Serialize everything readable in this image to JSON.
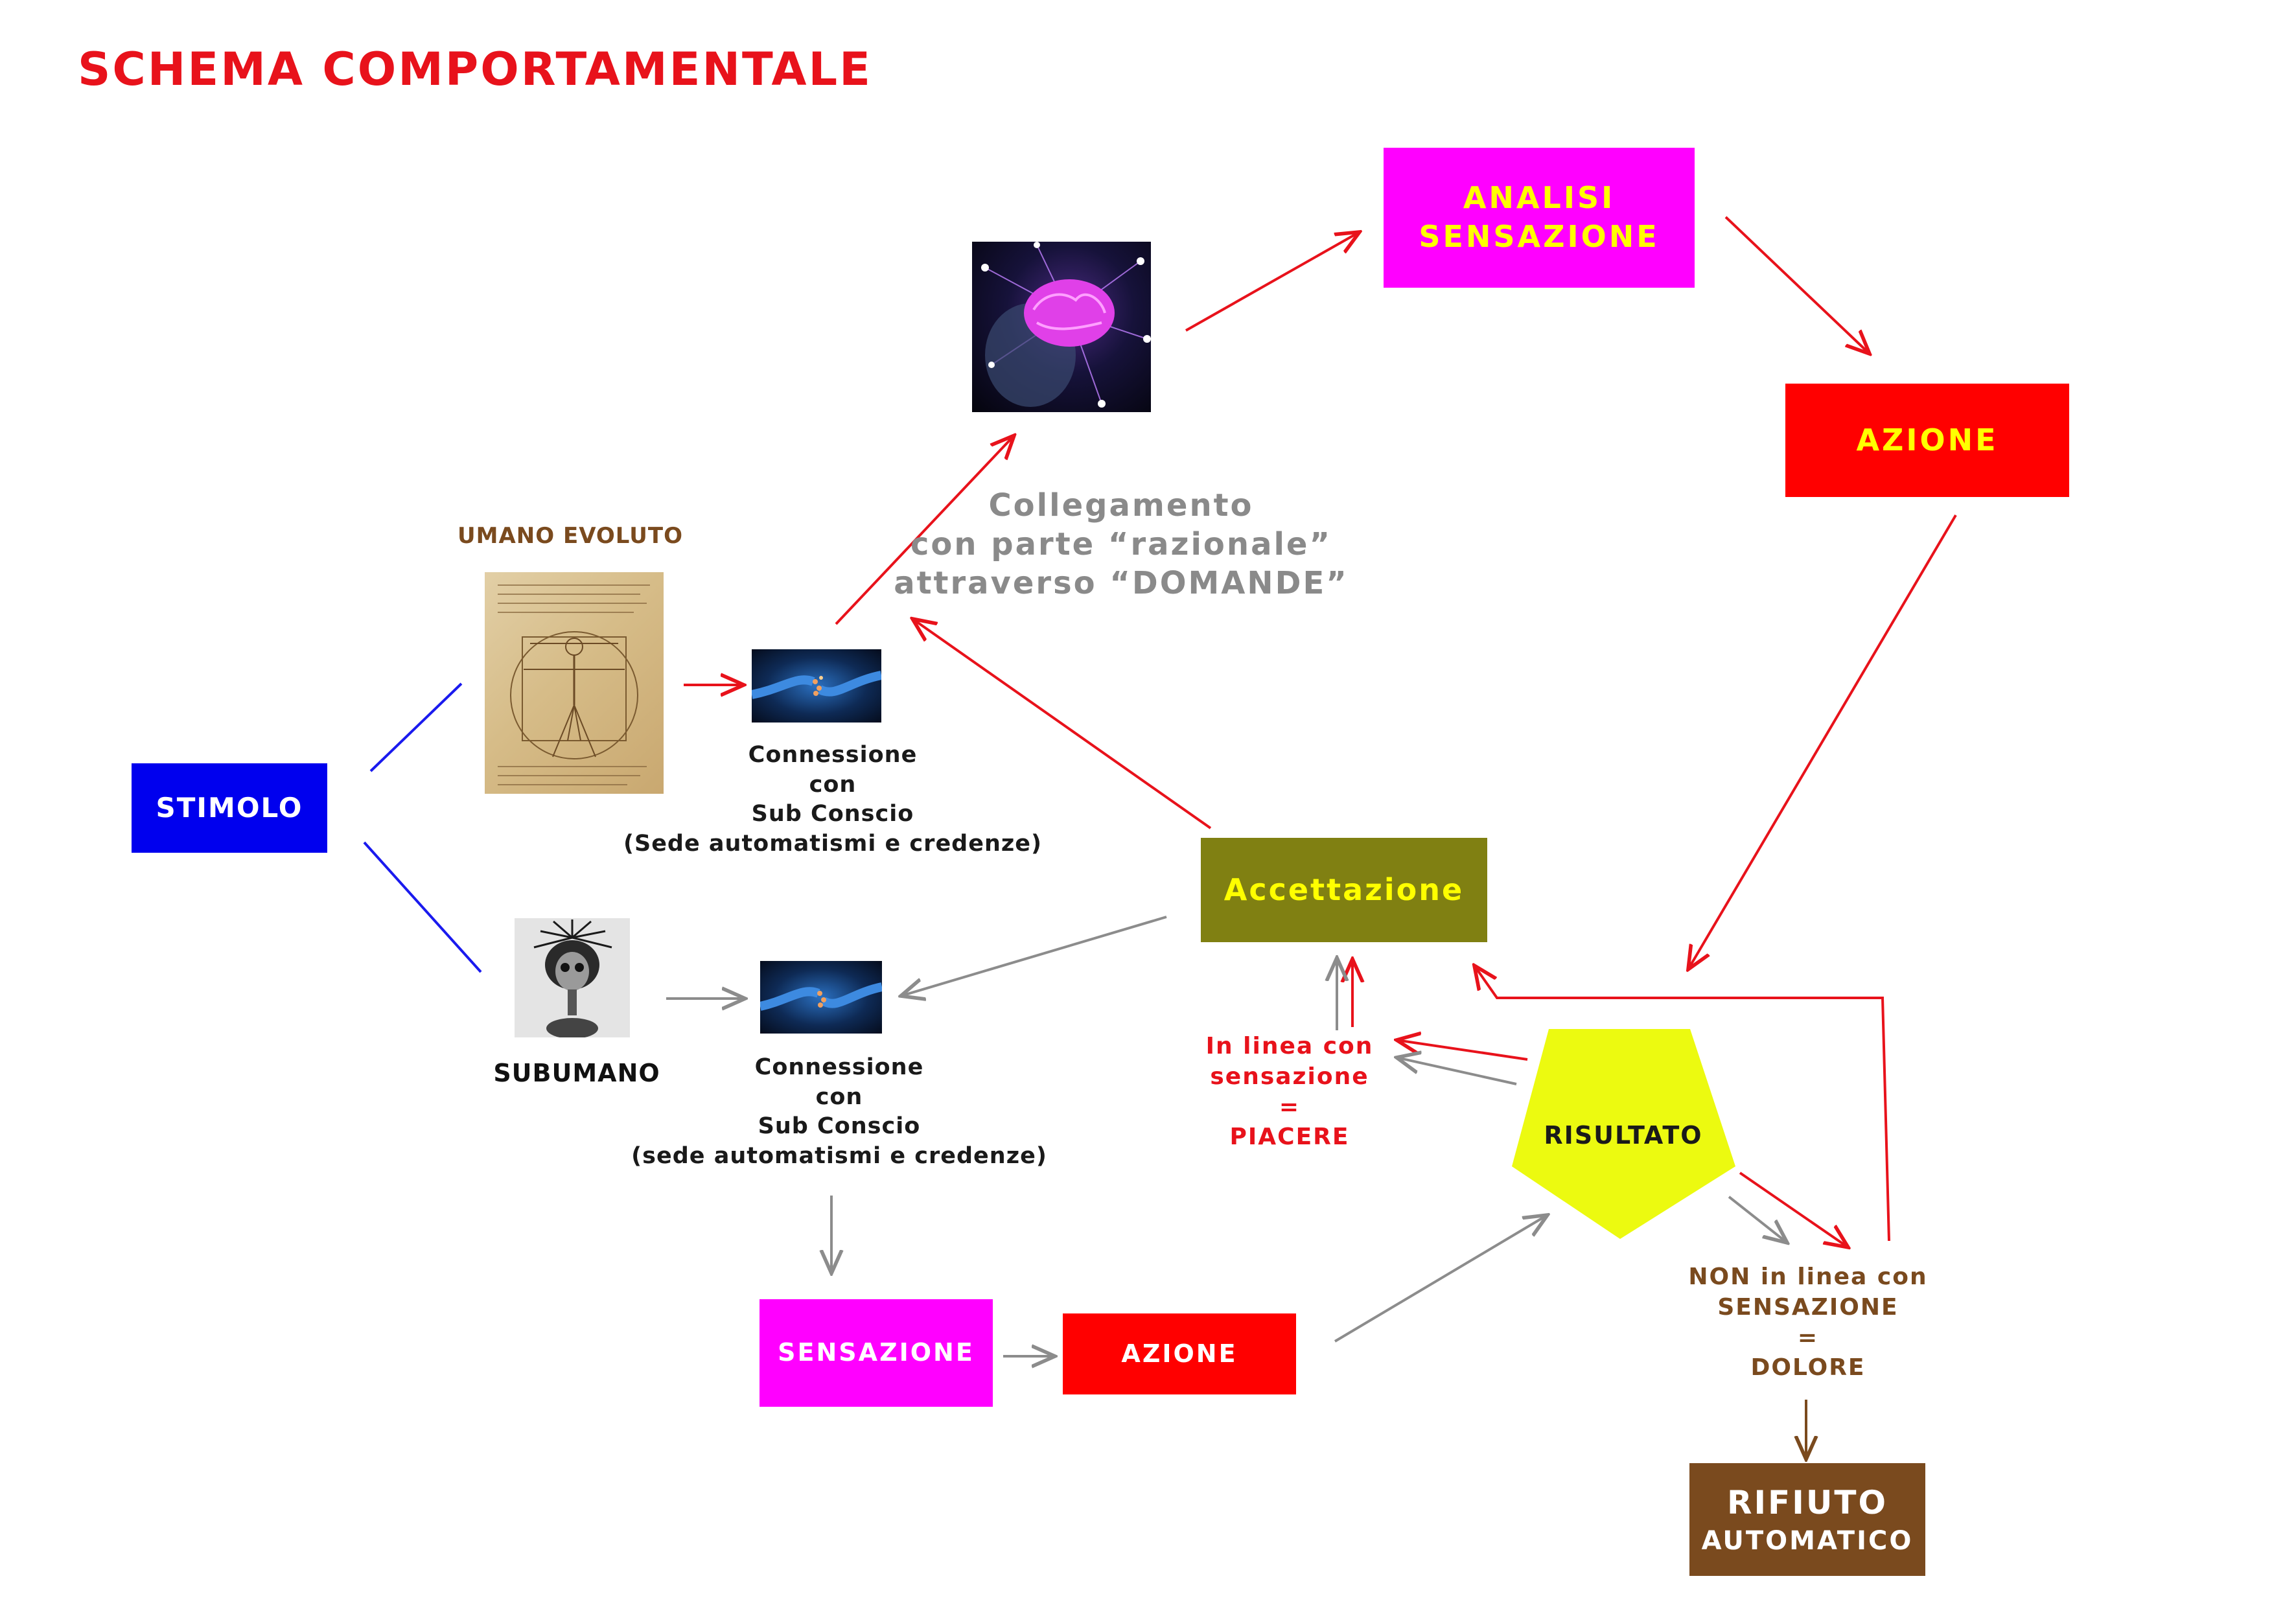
{
  "title": "SCHEMA COMPORTAMENTALE",
  "nodes": {
    "stimolo": "STIMOLO",
    "umano_evoluto": "UMANO EVOLUTO",
    "subumano": "SUBUMANO",
    "connessione_evoluto": "Connessione\ncon\nSub Conscio\n(Sede automatismi e credenze)",
    "connessione_subumano": "Connessione\ncon\nSub Conscio\n(sede automatismi e credenze)",
    "collegamento": "Collegamento\ncon parte “razionale”\nattraverso “DOMANDE”",
    "analisi_sensazione": "ANALISI\nSENSAZIONE",
    "azione_top": "AZIONE",
    "accettazione": "Accettazione",
    "in_linea": "In linea con\nsensazione\n=\nPIACERE",
    "risultato": "RISULTATO",
    "non_in_linea": "NON in linea con\nSENSAZIONE\n=\nDOLORE",
    "rifiuto_1": "RIFIUTO",
    "rifiuto_2": "AUTOMATICO",
    "sensazione": "SENSAZIONE",
    "azione_bottom": "AZIONE"
  },
  "colors": {
    "title_red": "#e8121b",
    "blue_box": "#0000ee",
    "magenta_box": "#ff00ff",
    "red_box": "#ff0000",
    "olive_box": "#808012",
    "yellow_text": "#ffff00",
    "pentagon": "#ecfa10",
    "brown": "#7a4a1e",
    "gray_arrow": "#8c8c8c",
    "red_arrow": "#e8121b"
  },
  "icons": [
    "vitruvian-man-image",
    "creature-image",
    "neuron-synapse-image",
    "brain-image"
  ]
}
